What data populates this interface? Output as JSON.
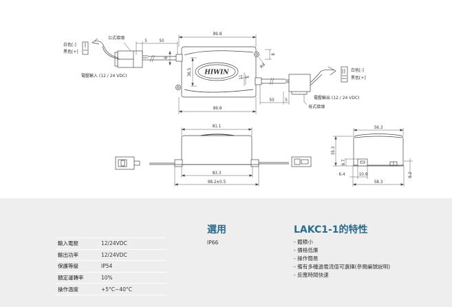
{
  "drawing": {
    "top_view": {
      "width_top": "89.8",
      "width_bottom": "89.8",
      "height_inner": "36.5",
      "left_cable_conn": "5",
      "left_cable_len": "50",
      "left_cable_dia": "6",
      "right_cable_len": "50",
      "right_cable_conn": "5",
      "hole_offset": "8",
      "hole_radius": "R4",
      "outlet_11": "11",
      "outlet_5": "5",
      "logo_text": "HIWIN"
    },
    "input": {
      "connector_label": "公式接頭",
      "white_label": "白色[-]",
      "black_label": "黑色[+]",
      "caption": "電壓輸入 (12 / 24 VDC)"
    },
    "output": {
      "connector_label": "母式接頭",
      "white_label": "白色[-]",
      "black_label": "黑色[+]",
      "caption": "電壓輸出 (12 / 24 VDC)"
    },
    "side_view": {
      "top_width": "81.1",
      "base_width": "83.3",
      "overall_width": "98.2±0.5"
    },
    "end_view": {
      "top_width": "56.3",
      "height": "35.3",
      "conn_height": "8.7",
      "conn_offset": "6.4",
      "conn_width": "10.9",
      "base_width": "58.3",
      "foot_height": "5.2"
    }
  },
  "specs": [
    {
      "label": "輸入電壓",
      "value": "12/24VDC"
    },
    {
      "label": "輸出功率",
      "value": "12/24VDC"
    },
    {
      "label": "保護等級",
      "value": "IP54"
    },
    {
      "label": "額定運轉率",
      "value": "10%"
    },
    {
      "label": "操作溫度",
      "value": "+5°C~40°C"
    }
  ],
  "options": {
    "title": "選用",
    "value": "IP66"
  },
  "features": {
    "title": "LAKC1-1的特性",
    "items": [
      "- 體積小",
      "- 價格低廉",
      "- 操作簡易",
      "- 備有多種過電流值可選擇(參閱編號說明)",
      "- 反應時間快速"
    ]
  },
  "colors": {
    "heading": "#2b6b8c",
    "panel": "#eeeeee",
    "line": "#444444"
  }
}
